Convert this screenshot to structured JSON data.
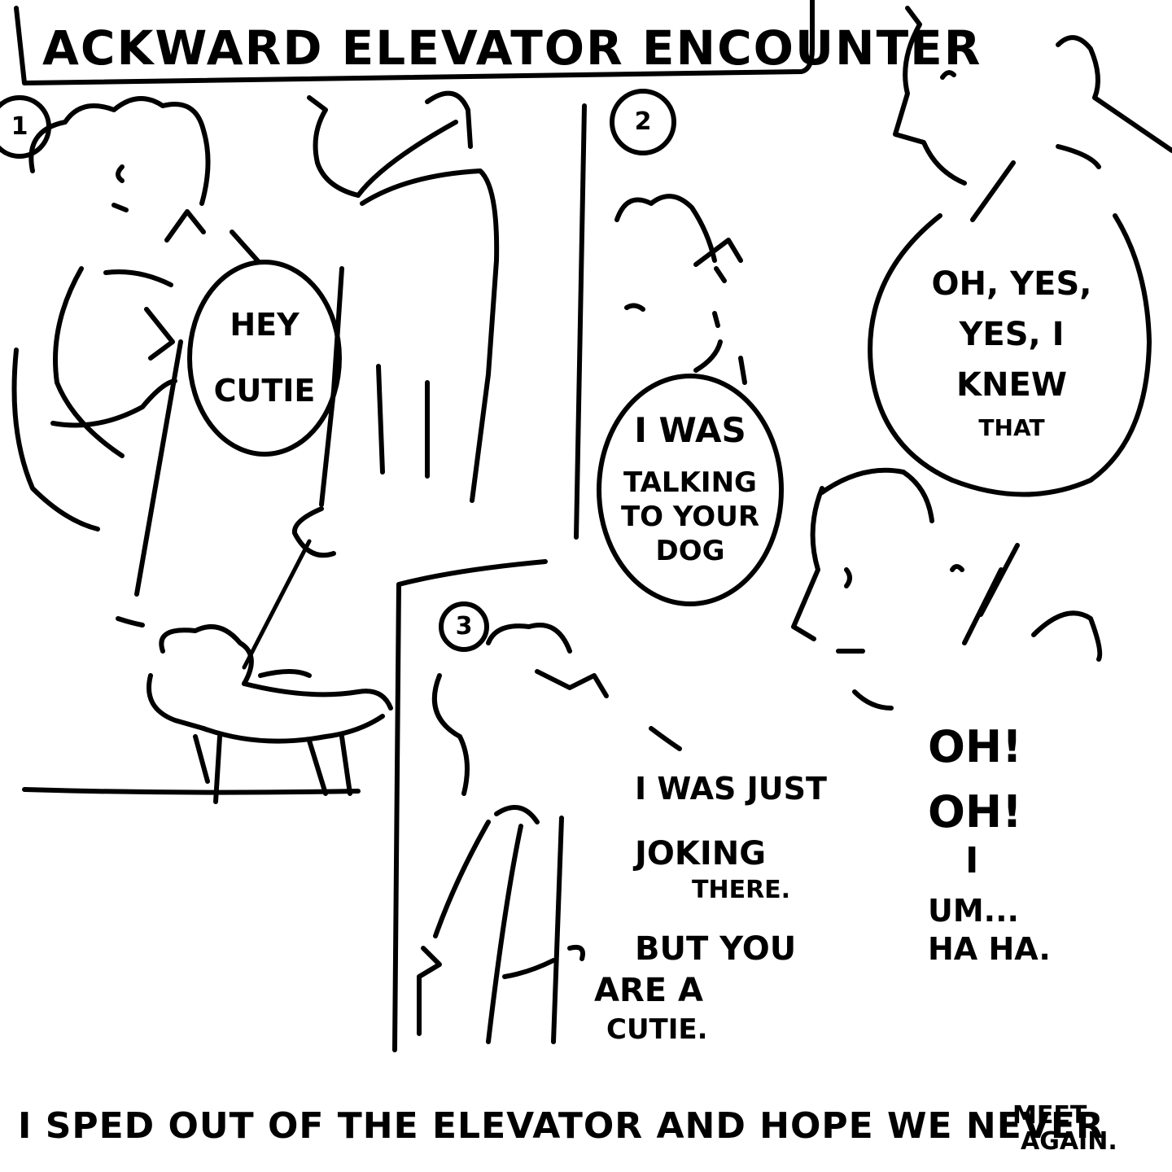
{
  "title": "ACKWARD ELEVATOR ENCOUNTER",
  "panels": [
    {
      "number": "1",
      "bubble_lines": [
        "HEY",
        "CUTIE"
      ]
    },
    {
      "number": "2",
      "bubble_lines": [
        "I WAS",
        "TALKING",
        "TO YOUR",
        "DOG"
      ],
      "reply_lines": [
        "OH, YES,",
        "YES, I",
        "KNEW",
        "THAT"
      ]
    },
    {
      "number": "3",
      "speech_lines": [
        "I WAS JUST",
        "JOKING",
        "THERE.",
        "BUT YOU",
        "ARE A",
        "CUTIE."
      ],
      "reply_lines": [
        "OH!",
        "OH!",
        "I",
        "UM...",
        "HA HA."
      ]
    }
  ],
  "caption": {
    "line": "I SPED OUT OF THE ELEVATOR AND HOPE WE NEVER",
    "tail_lines": [
      "MEET",
      "AGAIN."
    ]
  }
}
